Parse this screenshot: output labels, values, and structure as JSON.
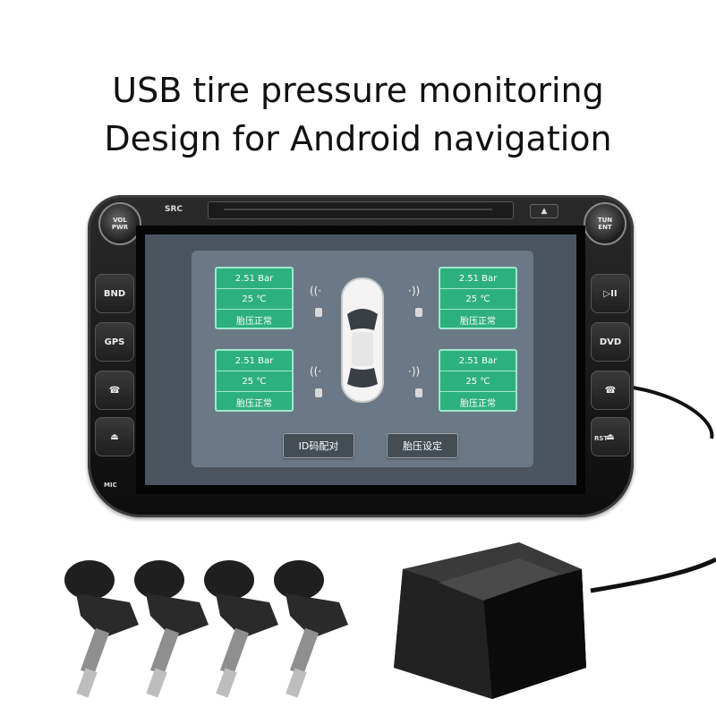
{
  "headline": {
    "line1": "USB tire pressure monitoring",
    "line2": "Design for Android navigation"
  },
  "head_unit": {
    "knob_left": "VOL\nPWR",
    "knob_right": "TUN\nENT",
    "src_label": "SRC",
    "eject_label": "▲",
    "mic_label": "MIC",
    "left_buttons": [
      "BND",
      "GPS",
      "☎",
      "⏏"
    ],
    "right_buttons": [
      "▷II",
      "DVD",
      "☎",
      "⏏"
    ],
    "rst_label": "RST"
  },
  "tpms_screen": {
    "tires": [
      {
        "pressure": "2.51 Bar",
        "temperature": "25 ℃",
        "status": "胎压正常"
      },
      {
        "pressure": "2.51 Bar",
        "temperature": "25 ℃",
        "status": "胎压正常"
      },
      {
        "pressure": "2.51 Bar",
        "temperature": "25 ℃",
        "status": "胎压正常"
      },
      {
        "pressure": "2.51 Bar",
        "temperature": "25 ℃",
        "status": "胎压正常"
      }
    ],
    "pair_button": "ID码配对",
    "settings_button": "胎压设定",
    "colors": {
      "card": "#2db07f",
      "panel": "#6b7986"
    }
  }
}
